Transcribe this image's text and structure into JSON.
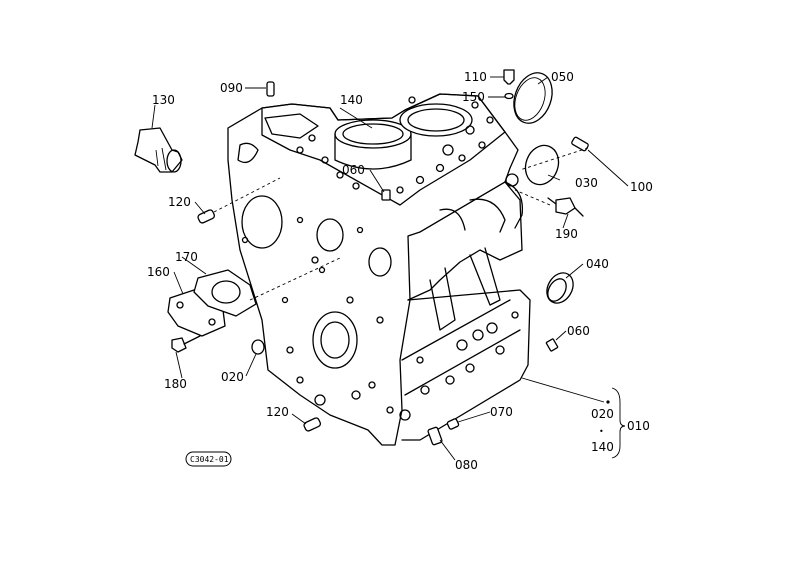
{
  "callouts": {
    "c010": "010",
    "c020a": "020",
    "c020b": "020",
    "c030": "030",
    "c040": "040",
    "c050": "050",
    "c060a": "060",
    "c060b": "060",
    "c070": "070",
    "c080": "080",
    "c090": "090",
    "c100": "100",
    "c110": "110",
    "c120a": "120",
    "c120b": "120",
    "c130": "130",
    "c140a": "140",
    "c140b": "140",
    "c150": "150",
    "c160": "160",
    "c170": "170",
    "c180": "180",
    "c190": "190",
    "range_sep": "•"
  },
  "drawing_code": "C3042-01"
}
